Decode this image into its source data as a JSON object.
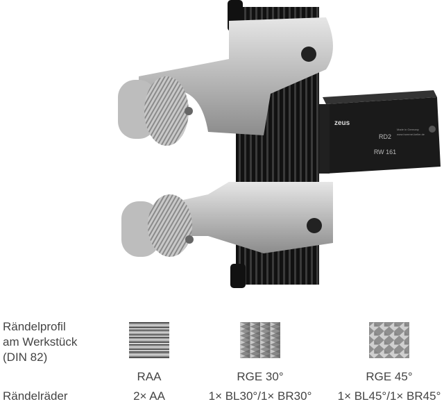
{
  "product": {
    "brand": "zeus",
    "model": "RD2",
    "article": "RW 161",
    "made_in": "Made in Germany",
    "website": "www.hommel-keller.de"
  },
  "table": {
    "row_profile_label": [
      "Rändelprofil",
      "am Werkstück",
      "(DIN 82)"
    ],
    "row_wheels_label": "Rändelräder",
    "columns": [
      {
        "profile": "RAA",
        "wheels": "2× AA",
        "pattern": "straight"
      },
      {
        "profile": "RGE 30°",
        "wheels": "1× BL30°/1× BR30°",
        "pattern": "diamond-30"
      },
      {
        "profile": "RGE 45°",
        "wheels": "1× BL45°/1× BR45°",
        "pattern": "diamond-45"
      }
    ]
  }
}
